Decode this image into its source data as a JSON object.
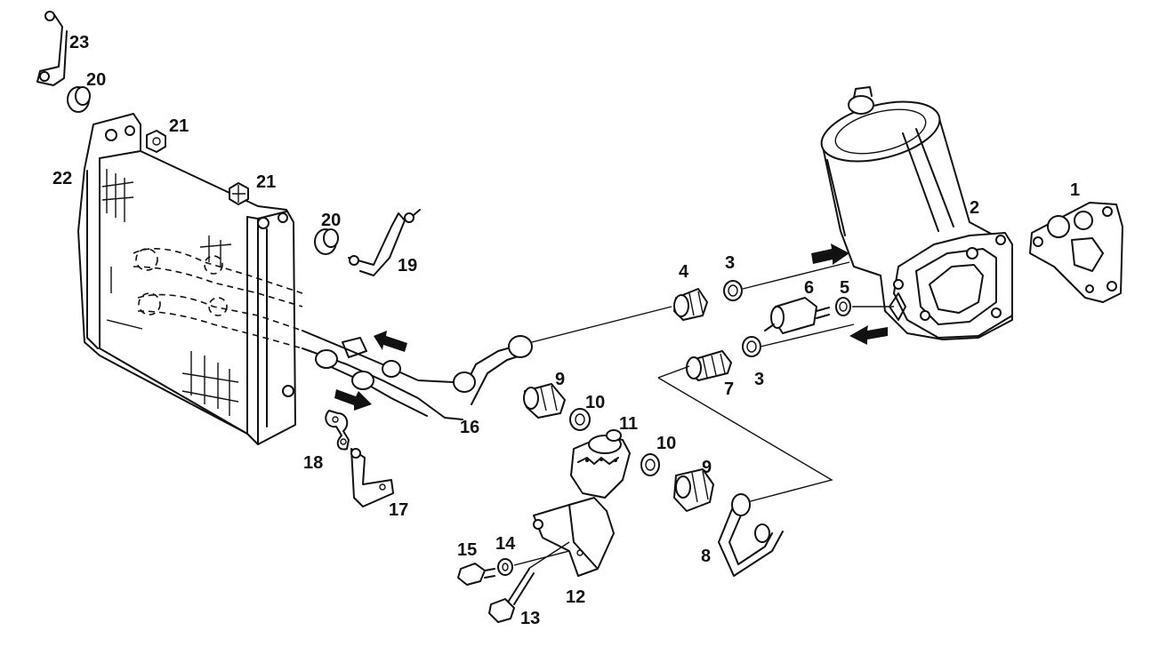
{
  "diagram": {
    "part_labels": {
      "p1": "1",
      "p2": "2",
      "p3a": "3",
      "p3b": "3",
      "p4": "4",
      "p5": "5",
      "p6": "6",
      "p7": "7",
      "p8": "8",
      "p9a": "9",
      "p9b": "9",
      "p10a": "10",
      "p10b": "10",
      "p11": "11",
      "p12": "12",
      "p13": "13",
      "p14": "14",
      "p15": "15",
      "p16": "16",
      "p17": "17",
      "p18": "18",
      "p19": "19",
      "p20a": "20",
      "p20b": "20",
      "p21a": "21",
      "p21b": "21",
      "p22": "22",
      "p23": "23"
    }
  }
}
